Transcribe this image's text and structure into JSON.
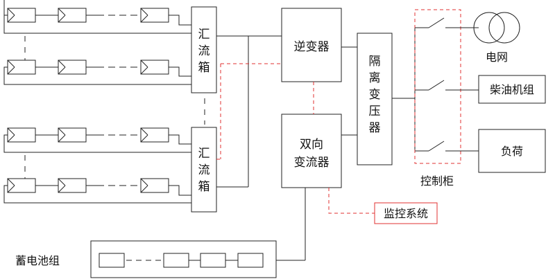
{
  "combiner_box": {
    "chars": [
      "汇",
      "流",
      "箱"
    ]
  },
  "inverter": {
    "label": "逆变器"
  },
  "bidirectional_converter": {
    "line1": "双向",
    "line2": "变流器"
  },
  "isolation_transformer": {
    "chars": [
      "隔",
      "离",
      "变",
      "压",
      "器"
    ]
  },
  "control_cabinet": {
    "label": "控制柜"
  },
  "grid": {
    "label": "电网"
  },
  "diesel_generator": {
    "label": "柴油机组"
  },
  "load": {
    "label": "负荷"
  },
  "monitoring_system": {
    "label": "监控系统"
  },
  "battery_bank": {
    "label": "蓄电池组"
  },
  "colors": {
    "line": "#222222",
    "signal": "#e03030",
    "background": "#ffffff"
  }
}
